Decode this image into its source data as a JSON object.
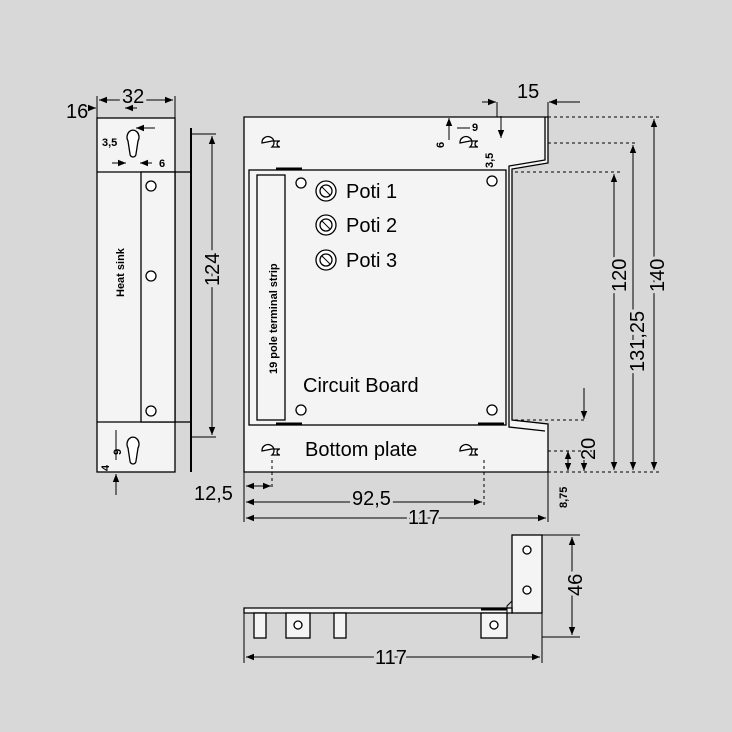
{
  "side_view": {
    "dim_width_total": "32",
    "dim_width_left": "16",
    "dim_height": "124",
    "dim_hole_offset": "3,5",
    "dim_hole_width": "6",
    "dim_bottom_9": "9",
    "dim_bottom_4": "4",
    "heat_sink_label": "Heat sink"
  },
  "front_view": {
    "dim_top_flange": "15",
    "dim_small_9": "9",
    "dim_small_6": "6",
    "dim_small_3_5": "3,5",
    "dim_120": "120",
    "dim_131_25": "131,25",
    "dim_140": "140",
    "dim_20": "20",
    "dim_8_75": "8,75",
    "dim_12_5": "12,5",
    "dim_92_5": "92,5",
    "dim_117": "117",
    "terminal_strip_label": "19 pole terminal strip",
    "poti_labels": [
      "Poti 1",
      "Poti 2",
      "Poti 3"
    ],
    "circuit_board_label": "Circuit Board",
    "bottom_plate_label": "Bottom plate"
  },
  "bottom_view": {
    "dim_height": "46",
    "dim_width": "117"
  }
}
